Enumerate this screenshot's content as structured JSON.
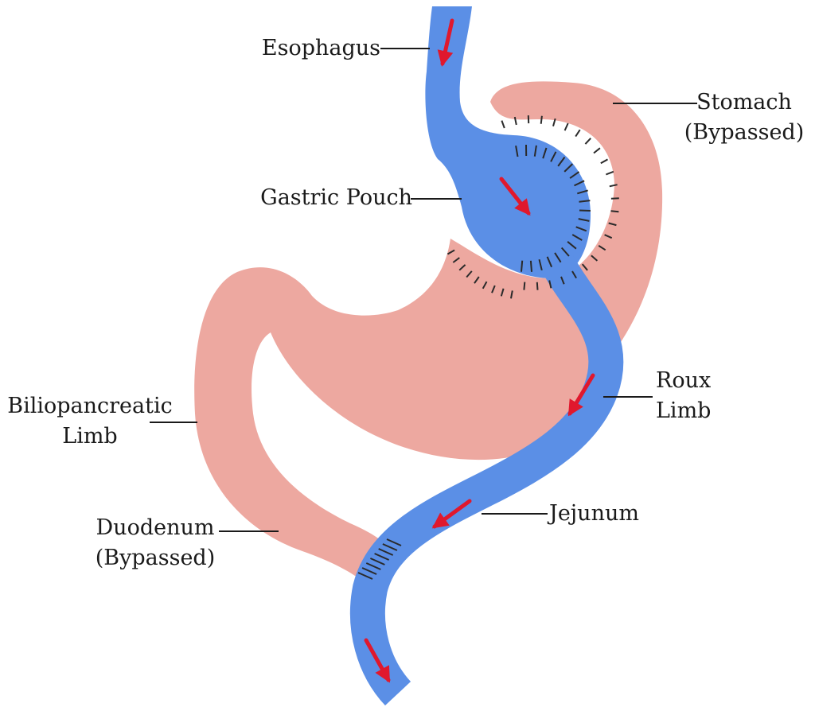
{
  "labels": {
    "esophagus": "Esophagus",
    "stomach_l1": "Stomach",
    "stomach_l2": "(Bypassed)",
    "gastric_pouch": "Gastric Pouch",
    "roux_l1": "Roux",
    "roux_l2": "Limb",
    "bilio_l1": "Biliopancreatic",
    "bilio_l2": "Limb",
    "duodenum_l1": "Duodenum",
    "duodenum_l2": "(Bypassed)",
    "jejunum": "Jejunum"
  },
  "colors": {
    "stomach_fill": "#eda8a0",
    "intestine_blue": "#5b8fe6",
    "arrow_red": "#e0182d",
    "staple_line": "#2a2a2a",
    "leader_line": "#1a1a1a"
  }
}
